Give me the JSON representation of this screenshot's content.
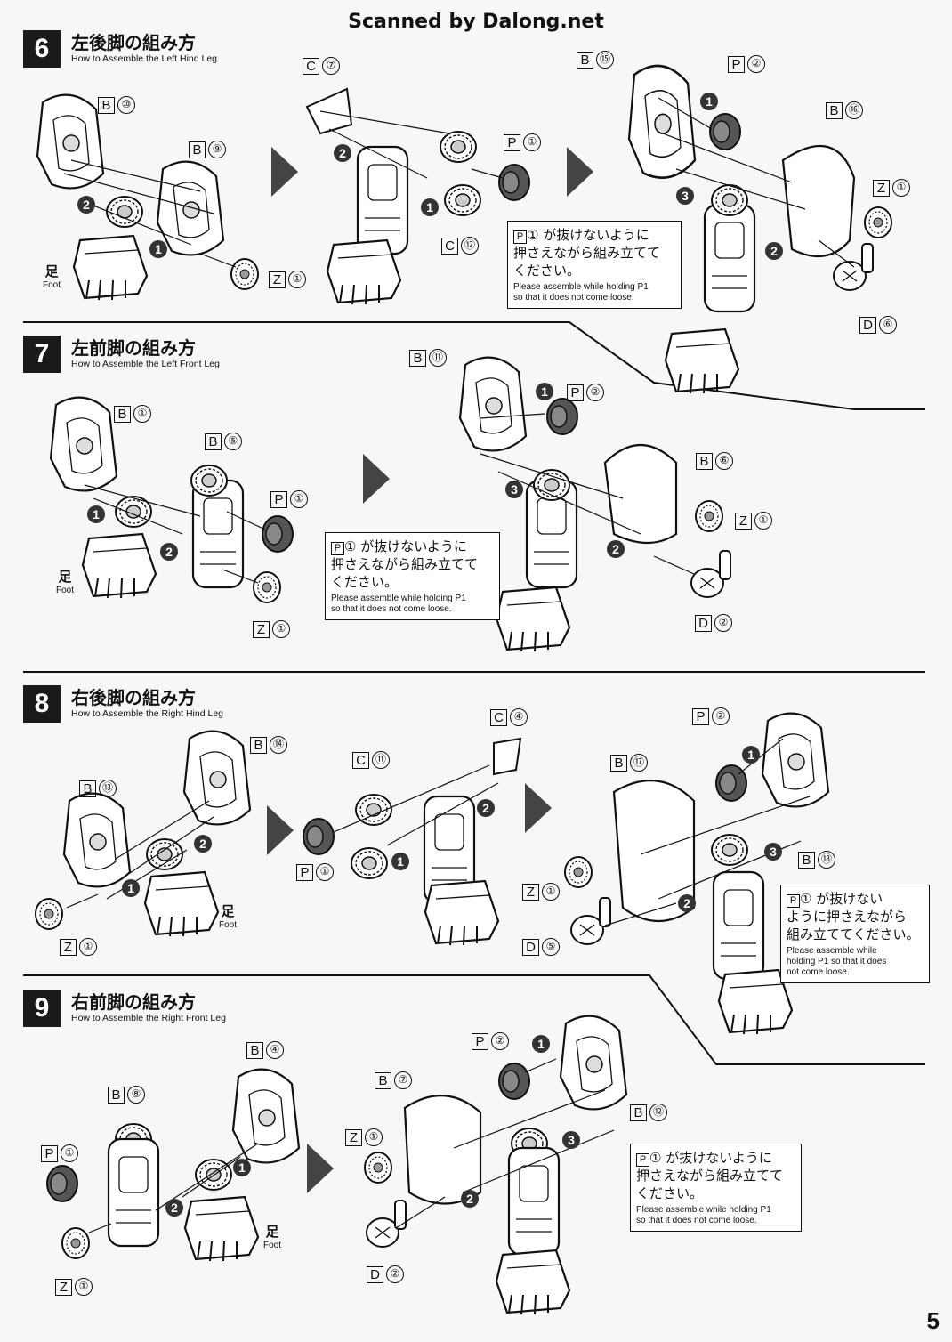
{
  "watermark": "Scanned by Dalong.net",
  "page_number": "5",
  "steps": [
    {
      "num": "6",
      "title_jp": "左後脚の組み方",
      "title_en": "How to Assemble the Left Hind Leg"
    },
    {
      "num": "7",
      "title_jp": "左前脚の組み方",
      "title_en": "How to Assemble the Left Front Leg"
    },
    {
      "num": "8",
      "title_jp": "右後脚の組み方",
      "title_en": "How to Assemble the Right Hind Leg"
    },
    {
      "num": "9",
      "title_jp": "右前脚の組み方",
      "title_en": "How to Assemble the Right Front Leg"
    }
  ],
  "foot": {
    "jp": "足",
    "en": "Foot"
  },
  "note": {
    "jp": "が抜けないように\n押さえながら組み立てて\nください。",
    "en": "Please assemble while holding  P1\nso that it does not come loose.",
    "jp_narrow": "が抜けない\nように押さえながら\n組み立ててください。",
    "en_narrow": "Please assemble while\nholding  P1 so that it does\nnot come loose."
  },
  "parts": {
    "B10": {
      "l": "B",
      "n": "⑩"
    },
    "B9": {
      "l": "B",
      "n": "⑨"
    },
    "C7": {
      "l": "C",
      "n": "⑦"
    },
    "P1": {
      "l": "P",
      "n": "①"
    },
    "C12": {
      "l": "C",
      "n": "⑫"
    },
    "Z1": {
      "l": "Z",
      "n": "①"
    },
    "B15": {
      "l": "B",
      "n": "⑮"
    },
    "P2": {
      "l": "P",
      "n": "②"
    },
    "B16": {
      "l": "B",
      "n": "⑯"
    },
    "D6": {
      "l": "D",
      "n": "⑥"
    },
    "B1": {
      "l": "B",
      "n": "①"
    },
    "B5": {
      "l": "B",
      "n": "⑤"
    },
    "B11": {
      "l": "B",
      "n": "⑪"
    },
    "B6": {
      "l": "B",
      "n": "⑥"
    },
    "D2": {
      "l": "D",
      "n": "②"
    },
    "B14": {
      "l": "B",
      "n": "⑭"
    },
    "B13": {
      "l": "B",
      "n": "⑬"
    },
    "C11": {
      "l": "C",
      "n": "⑪"
    },
    "C4": {
      "l": "C",
      "n": "④"
    },
    "B17": {
      "l": "B",
      "n": "⑰"
    },
    "B18": {
      "l": "B",
      "n": "⑱"
    },
    "D5": {
      "l": "D",
      "n": "⑤"
    },
    "B4": {
      "l": "B",
      "n": "④"
    },
    "B8": {
      "l": "B",
      "n": "⑧"
    },
    "B7": {
      "l": "B",
      "n": "⑦"
    },
    "B12": {
      "l": "B",
      "n": "⑫"
    }
  }
}
